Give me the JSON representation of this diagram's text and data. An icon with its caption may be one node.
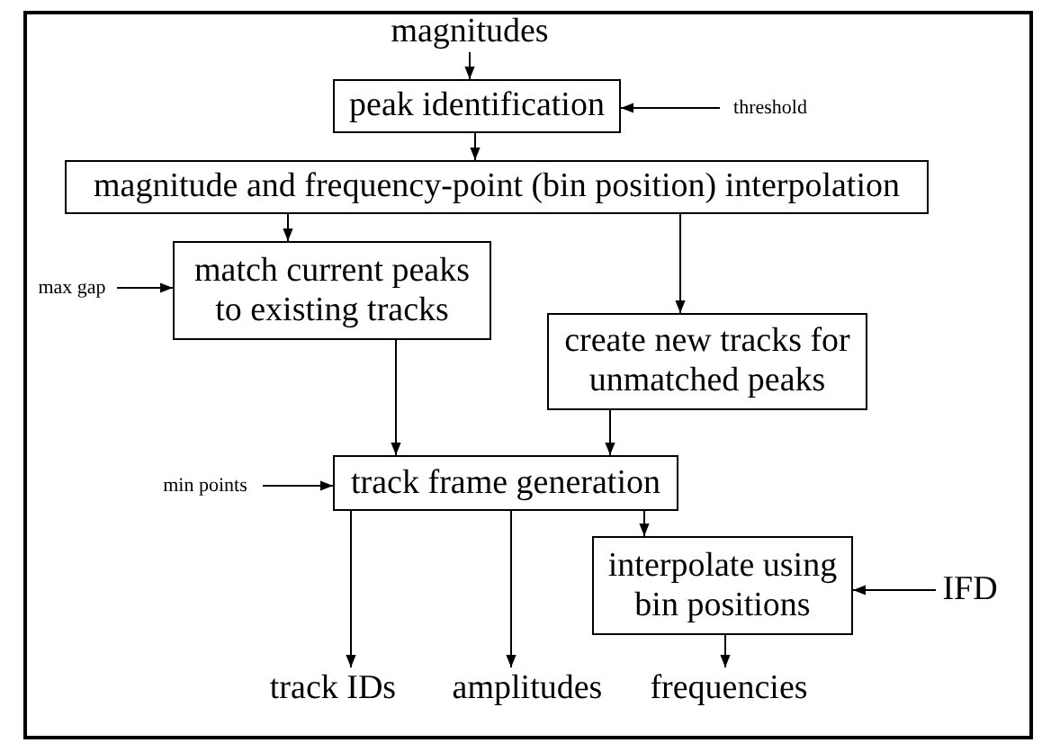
{
  "diagram": {
    "nodes": [
      {
        "text": [
          "magnitudes"
        ]
      },
      {
        "text": [
          "peak identification"
        ]
      },
      {
        "text": [
          "threshold"
        ]
      },
      {
        "text": [
          "magnitude and frequency-point (bin position) interpolation"
        ]
      },
      {
        "text": [
          "max gap"
        ]
      },
      {
        "text": [
          "match current peaks to existing tracks"
        ]
      },
      {
        "text": [
          "create new tracks for unmatched peaks"
        ]
      },
      {
        "text": [
          "min points"
        ]
      },
      {
        "text": [
          "track frame generation"
        ]
      },
      {
        "text": [
          "interpolate using bin positions"
        ]
      },
      {
        "text": [
          "IFD"
        ]
      },
      {
        "text": [
          "track IDs"
        ]
      },
      {
        "text": [
          "amplitudes"
        ]
      },
      {
        "text": [
          "frequencies"
        ]
      }
    ],
    "edges": [
      {
        "from": 0,
        "to": 1,
        "arrow": "to"
      },
      {
        "from": 2,
        "to": 1,
        "arrow": "to"
      },
      {
        "from": 1,
        "to": 3,
        "arrow": "to"
      },
      {
        "from": 3,
        "to": 5,
        "arrow": "to"
      },
      {
        "from": 3,
        "to": 6,
        "arrow": "to"
      },
      {
        "from": 4,
        "to": 5,
        "arrow": "to"
      },
      {
        "from": 5,
        "to": 8,
        "arrow": "to"
      },
      {
        "from": 6,
        "to": 8,
        "arrow": "to"
      },
      {
        "from": 7,
        "to": 8,
        "arrow": "to"
      },
      {
        "from": 8,
        "to": 9,
        "arrow": "to"
      },
      {
        "from": 10,
        "to": 9,
        "arrow": "to"
      },
      {
        "from": 8,
        "to": 11,
        "arrow": "to"
      },
      {
        "from": 8,
        "to": 12,
        "arrow": "to"
      },
      {
        "from": 9,
        "to": 13,
        "arrow": "to"
      }
    ]
  }
}
